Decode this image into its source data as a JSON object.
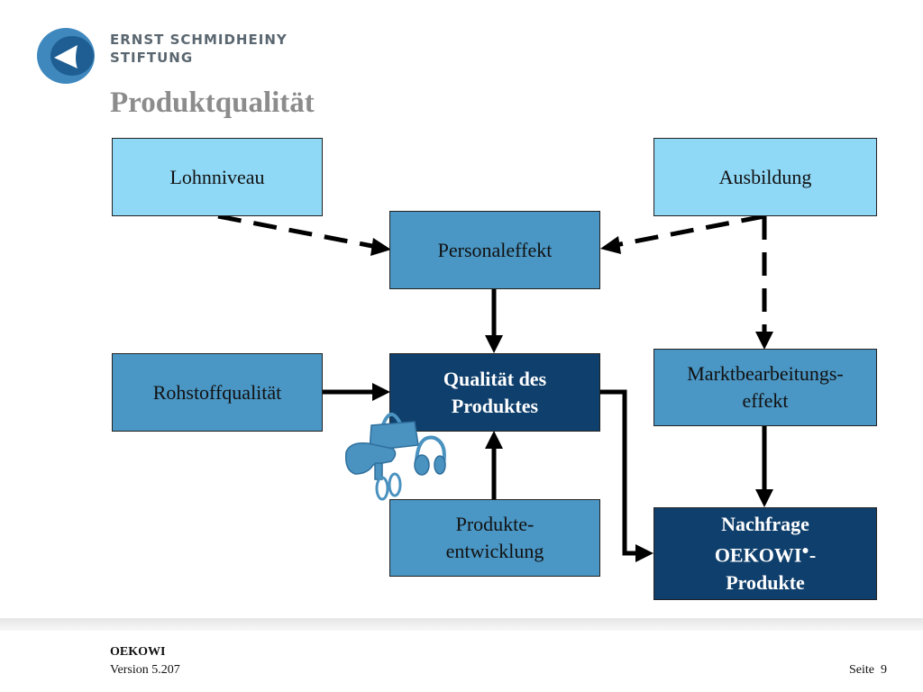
{
  "header": {
    "logo_line1": "ERNST SCHMIDHEINY",
    "logo_line2": "STIFTUNG",
    "title": "Produktqualität"
  },
  "boxes": {
    "lohnniveau": "Lohnniveau",
    "ausbildung": "Ausbildung",
    "personaleffekt": "Personaleffekt",
    "rohstoffqualitaet": "Rohstoffqualität",
    "qualitaet_line1": "Qualität des",
    "qualitaet_line2": "Produktes",
    "markt_line1": "Marktbearbeitungs-",
    "markt_line2": "effekt",
    "entwicklung_line1": "Produkte-",
    "entwicklung_line2": "entwicklung",
    "nachfrage_line1": "Nachfrage",
    "nachfrage_line2a": "OEKOWI",
    "nachfrage_line2b": "-",
    "nachfrage_line3": "Produkte"
  },
  "footer": {
    "name": "OEKOWI",
    "version": "Version 5.207",
    "page": "Seite  9"
  },
  "colors": {
    "light_box": "#8fd8f6",
    "mid_box": "#4a96c4",
    "dark_box": "#0f3f6c",
    "clipart": "#4a92c0"
  }
}
